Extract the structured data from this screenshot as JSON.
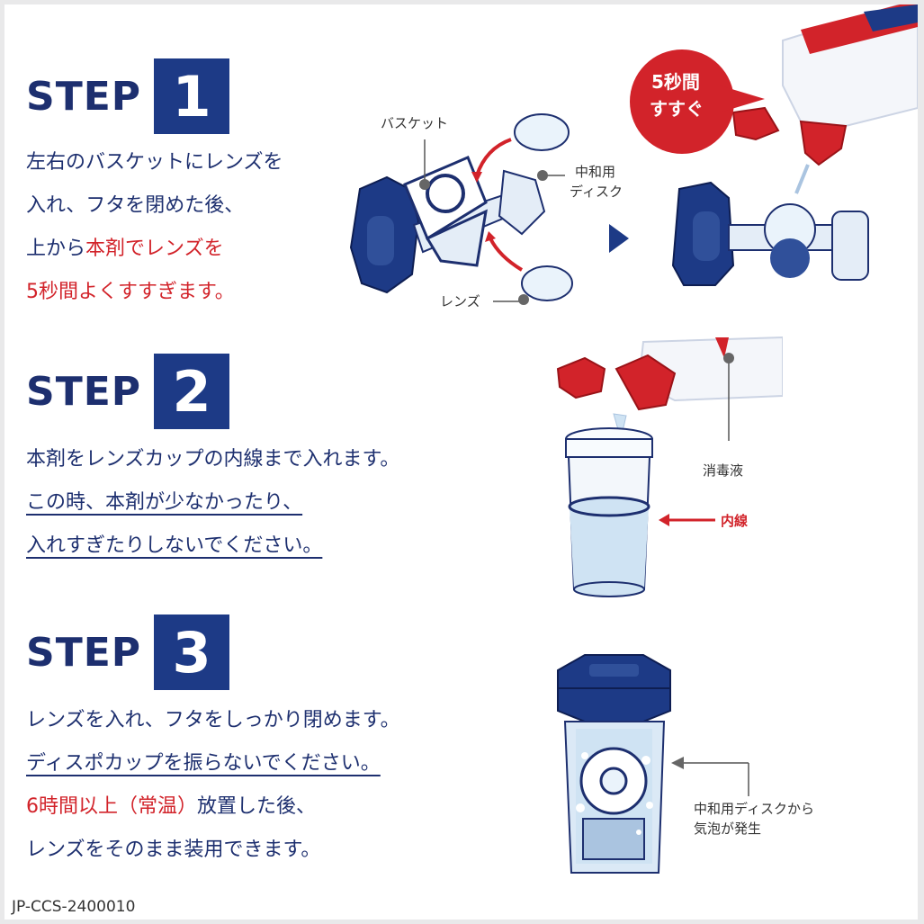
{
  "steps": [
    {
      "word": "STEP",
      "number": "1",
      "lines": [
        {
          "text": "左右のバスケットにレンズを",
          "style": "navy"
        },
        {
          "text": "入れ、フタを閉めた後、",
          "style": "navy"
        },
        {
          "pre": "上から",
          "highlight": "本剤でレンズを",
          "style": "mixed"
        },
        {
          "text": "5秒間よくすすぎます。",
          "style": "red"
        }
      ]
    },
    {
      "word": "STEP",
      "number": "2",
      "lines": [
        {
          "text": "本剤をレンズカップの内線まで入れます。",
          "style": "navy"
        },
        {
          "text": "この時、本剤が少なかったり、",
          "style": "underline"
        },
        {
          "text": "入れすぎたりしないでください。",
          "style": "underline"
        }
      ]
    },
    {
      "word": "STEP",
      "number": "3",
      "lines": [
        {
          "text": "レンズを入れ、フタをしっかり閉めます。",
          "style": "navy"
        },
        {
          "text": "ディスポカップを振らないでください。",
          "style": "underline"
        },
        {
          "pre_red": "6時間以上（常温）",
          "post": "放置した後、",
          "style": "mixed2"
        },
        {
          "text": "レンズをそのまま装用できます。",
          "style": "navy"
        }
      ]
    }
  ],
  "labels": {
    "basket": "バスケット",
    "disc_line1": "中和用",
    "disc_line2": "ディスク",
    "lens": "レンズ",
    "rinse_line1": "5秒間",
    "rinse_line2": "すすぐ",
    "solution": "消毒液",
    "inner_line": "内線",
    "bubbles_line1": "中和用ディスクから",
    "bubbles_line2": "気泡が発生"
  },
  "footer_code": "JP-CCS-2400010",
  "colors": {
    "navy": "#1d2f6f",
    "step_box": "#1d3a86",
    "red": "#d2232a",
    "liquid": "#cfe3f3"
  }
}
